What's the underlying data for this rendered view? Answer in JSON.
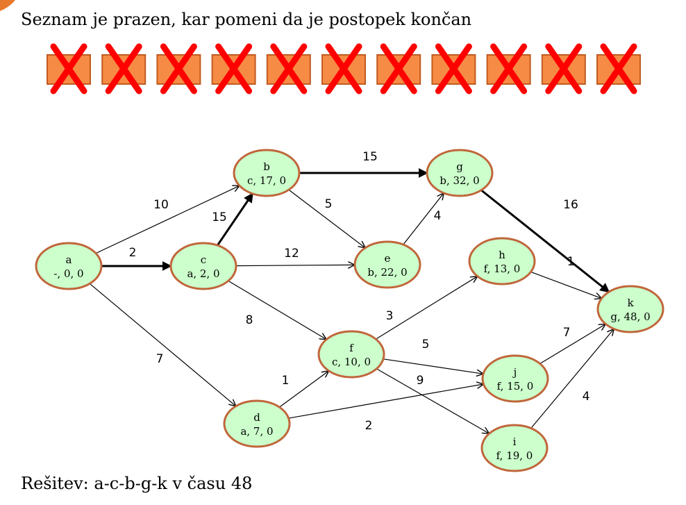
{
  "heading": "Seznam je prazen, kar pomeni da je postopek končan",
  "footer": "Rešitev: a-c-b-g-k v času 48",
  "queue_box_count": 11,
  "colors": {
    "node_fill": "#ccffcc",
    "node_stroke": "#c0663a",
    "box_fill": "#f58b45",
    "cross": "#ff0000"
  },
  "nodes": [
    {
      "id": "a",
      "info": "-, 0, 0"
    },
    {
      "id": "b",
      "info": "c, 17, 0"
    },
    {
      "id": "c",
      "info": "a, 2, 0"
    },
    {
      "id": "d",
      "info": "a, 7, 0"
    },
    {
      "id": "e",
      "info": "b, 22, 0"
    },
    {
      "id": "f",
      "info": "c, 10, 0"
    },
    {
      "id": "g",
      "info": "b, 32, 0"
    },
    {
      "id": "h",
      "info": "f, 13, 0"
    },
    {
      "id": "i",
      "info": "f, 19, 0"
    },
    {
      "id": "j",
      "info": "f, 15, 0"
    },
    {
      "id": "k",
      "info": "g, 48, 0"
    }
  ],
  "edges": [
    {
      "from": "a",
      "to": "b",
      "weight": "10",
      "bold": false
    },
    {
      "from": "a",
      "to": "c",
      "weight": "2",
      "bold": true
    },
    {
      "from": "a",
      "to": "d",
      "weight": "7",
      "bold": false
    },
    {
      "from": "c",
      "to": "b",
      "weight": "15",
      "bold": true
    },
    {
      "from": "c",
      "to": "e",
      "weight": "12",
      "bold": false
    },
    {
      "from": "c",
      "to": "f",
      "weight": "8",
      "bold": false
    },
    {
      "from": "b",
      "to": "g",
      "weight": "15",
      "bold": true
    },
    {
      "from": "b",
      "to": "e",
      "weight": "5",
      "bold": false
    },
    {
      "from": "e",
      "to": "g",
      "weight": "4",
      "bold": false
    },
    {
      "from": "g",
      "to": "k",
      "weight": "16",
      "bold": true
    },
    {
      "from": "d",
      "to": "f",
      "weight": "1",
      "bold": false
    },
    {
      "from": "d",
      "to": "j",
      "weight": "2",
      "bold": false
    },
    {
      "from": "f",
      "to": "h",
      "weight": "3",
      "bold": false
    },
    {
      "from": "f",
      "to": "j",
      "weight": "5",
      "bold": false
    },
    {
      "from": "f",
      "to": "i",
      "weight": "9",
      "bold": false
    },
    {
      "from": "h",
      "to": "k",
      "weight": "1",
      "bold": false
    },
    {
      "from": "j",
      "to": "k",
      "weight": "7",
      "bold": false
    },
    {
      "from": "i",
      "to": "k",
      "weight": "4",
      "bold": false
    }
  ]
}
